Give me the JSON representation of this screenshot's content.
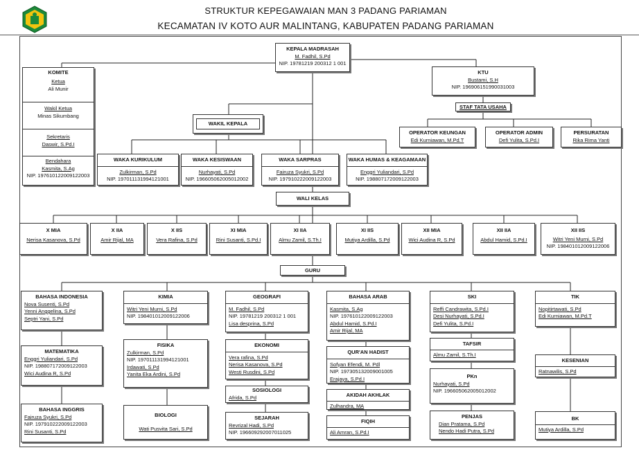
{
  "title_line1": "STRUKTUR KEPEGAWAIAN MAN 3 PADANG PARIAMAN",
  "title_line2": "KECAMATAN IV KOTO AUR MALINTANG, KABUPATEN PADANG PARIAMAN",
  "logo_icon": "kemenag-logo-icon",
  "kepala": {
    "title": "KEPALA MADRASAH",
    "name": "M. Fadhil, S.Pd",
    "nip": "NIP. 19781219 200312 1 001"
  },
  "komite": {
    "title": "KOMITE",
    "items": [
      {
        "role": "Ketua",
        "name": "Ali Munir"
      },
      {
        "role": "Wakil Ketua",
        "name": "Minas Sikumbang"
      },
      {
        "role": "Sekretaris",
        "name": "Daswir, S.Pd.I"
      },
      {
        "role": "Bendahara",
        "name": "Kasmita, S.Ag",
        "nip": "NIP. 197610122009122003"
      }
    ]
  },
  "ktu": {
    "title": "KTU",
    "name": "Bustami, S.H",
    "nip": "NIP. 196906151990031003"
  },
  "staf": {
    "title": "STAF TATA USAHA",
    "items": [
      {
        "title": "OPERATOR KEUNGAN",
        "name": "Edi Kurniawan, M.Pd.T"
      },
      {
        "title": "OPERATOR  ADMIN",
        "name": "Defi Yulita, S.Pd.I"
      },
      {
        "title": "PERSURATAN",
        "name": "Rika Rima Yanti"
      }
    ]
  },
  "wakil_kepala": "WAKIL KEPALA",
  "waka": [
    {
      "title": "WAKA KURIKULUM",
      "name": "Zulkirman, S.Pd",
      "nip": "NIP. 197011131994121001"
    },
    {
      "title": "WAKA KESISWAAN",
      "name": "Nurhayati, S.Pd",
      "nip": "NIP. 196605062005012002"
    },
    {
      "title": "WAKA SARPRAS",
      "name": "Fairuza Syukri, S.Pd",
      "nip": "NIP. 197910222009122003"
    },
    {
      "title": "WAKA HUMAS & KEAGAMAAN",
      "name": "Enggri Yuliandari, S.Pd",
      "nip": "NIP. 198807172009122003"
    }
  ],
  "wali_kelas": "WALI KELAS",
  "kelas": [
    {
      "title": "X MIA",
      "name": "Nerisa Kasanova, S.Pd"
    },
    {
      "title": "X IIA",
      "name": "Amir Rijal, MA"
    },
    {
      "title": "X IIS",
      "name": "Vera Rafina, S.Pd"
    },
    {
      "title": "XI MIA",
      "name": "Rini Susanti, S.Pd.I"
    },
    {
      "title": "XI IIA",
      "name": "Almu Zamil, S.Th.I"
    },
    {
      "title": "XI IIS",
      "name": "Mutiya Ardilla, S.Pd"
    },
    {
      "title": "XII MIA",
      "name": "Wici Audina R, S.Pd"
    },
    {
      "title": "XII IIA",
      "name": "Abdul Hamid, S.Pd.I"
    },
    {
      "title": "XII IIS",
      "name": "Witri Yeni Murni, S.Pd",
      "nip": "NIP. 198401012009122006"
    }
  ],
  "guru": "GURU",
  "col1": [
    {
      "title": "BAHASA INDONESIA",
      "lines": [
        "Nova Susenti, S.Pd",
        "Yenni Anggelina, S.Pd",
        "Septri Yani, S.Pd"
      ]
    },
    {
      "title": "MATEMATIKA",
      "lines": [
        "Enggri Yuliandari, S.Pd",
        "NIP. 198807172009122003",
        "Wici Audina R, S.Pd"
      ]
    },
    {
      "title": "BAHASA INGGRIS",
      "lines": [
        "Fairuza Syukri, S.Pd",
        "NIP. 197910222009122003",
        "Rini Susanti, S.Pd"
      ]
    }
  ],
  "col2": [
    {
      "title": "KIMIA",
      "lines": [
        "Witri Yeni Murni, S.Pd",
        "NIP. 198401012009122006"
      ]
    },
    {
      "title": "FISIKA",
      "lines": [
        "Zulkirman, S.Pd",
        "NIP. 197011131994121001",
        "Irdawati, S.Pd",
        "Yanita Eka Ardini, S.Pd"
      ]
    },
    {
      "title": "BIOLOGI",
      "lines": [
        "Wati Pusvita Sari, S.Pd"
      ]
    }
  ],
  "col3": [
    {
      "title": "GEOGRAFI",
      "lines": [
        "M. Fadhil, S.Pd",
        "NIP. 19781219 200312 1 001",
        "Lisa desprina, S.Pd"
      ]
    },
    {
      "title": "EKONOMI",
      "lines": [
        "Vera rafina, S.Pd",
        "Nerisa Kasanova, S.Pd",
        "Westi Rusdini, S.Pd"
      ]
    },
    {
      "title": "SOSIOLOGI",
      "lines": [
        "Afrida, S.Pd"
      ]
    },
    {
      "title": "SEJARAH",
      "lines": [
        "Revrizal Hadi, S.Pd",
        "NIP. 196609292007011025"
      ]
    }
  ],
  "col4": [
    {
      "title": "BAHASA ARAB",
      "lines": [
        "Kasmita, S.Ag",
        "NIP. 197610122009122003",
        "Abdul Hamid, S.Pd.I",
        "Amir Rijal, MA"
      ]
    },
    {
      "title": "QUR'AN HADIST",
      "lines": [
        "Sofyan Efendi, M. Pdl",
        "NIP. 197305132009001005",
        "Erajaya, S.Pd.I"
      ]
    },
    {
      "title": "AKIDAH AKHLAK",
      "lines": [
        "Zulhandra, MA"
      ]
    },
    {
      "title": "FIQIH",
      "lines": [
        "Ali Amran, S.Pd.I"
      ]
    }
  ],
  "col5": [
    {
      "title": "SKI",
      "lines": [
        "Reffi Candrawita, S.Pd.I",
        "Desi Nurhayati, S.Pd.I",
        "Defi Yulita, S.Pd.I"
      ]
    },
    {
      "title": "TAFSIR",
      "lines": [
        "Almu Zamil, S.Th.I"
      ]
    },
    {
      "title": "PKn",
      "lines": [
        "Nurhayati, S.Pd",
        "NIP. 196605062005012002"
      ]
    },
    {
      "title": "PENJAS",
      "lines": [
        "Dian Pratama, S.Pd",
        "Nendo Hadi Putra, S.Pd"
      ]
    }
  ],
  "col6": [
    {
      "title": "TIK",
      "lines": [
        "Nopitirtawati, S.Pd",
        "Edi Kurniawan, M.Pd.T"
      ]
    },
    {
      "title": "KESENIAN",
      "lines": [
        "Ratnawilis, S.Pd"
      ]
    },
    {
      "title": "BK",
      "lines": [
        "Mutiya Ardilla, S.Pd"
      ]
    }
  ]
}
